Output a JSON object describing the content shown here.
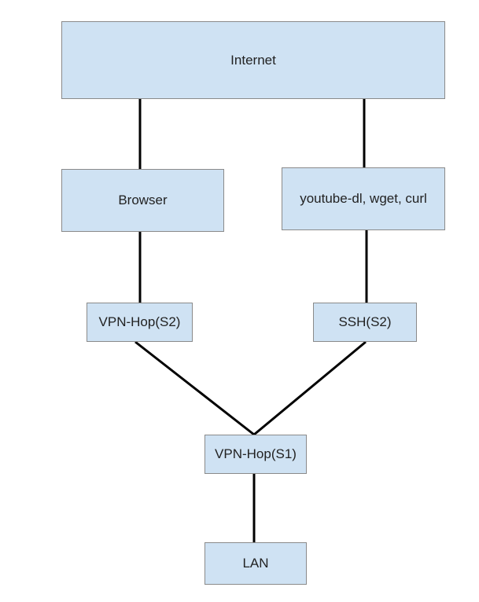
{
  "nodes": {
    "internet": "Internet",
    "browser": "Browser",
    "tools": "youtube-dl, wget, curl",
    "vpn_hop_s2": "VPN-Hop(S2)",
    "ssh_s2": "SSH(S2)",
    "vpn_hop_s1": "VPN-Hop(S1)",
    "lan": "LAN"
  },
  "edges": [
    [
      "internet",
      "browser"
    ],
    [
      "internet",
      "tools"
    ],
    [
      "browser",
      "vpn_hop_s2"
    ],
    [
      "tools",
      "ssh_s2"
    ],
    [
      "vpn_hop_s2",
      "vpn_hop_s1"
    ],
    [
      "ssh_s2",
      "vpn_hop_s1"
    ],
    [
      "vpn_hop_s1",
      "lan"
    ]
  ],
  "colors": {
    "node_fill": "#cfe2f3",
    "node_border": "#8a8a8a",
    "edge": "#000000"
  }
}
